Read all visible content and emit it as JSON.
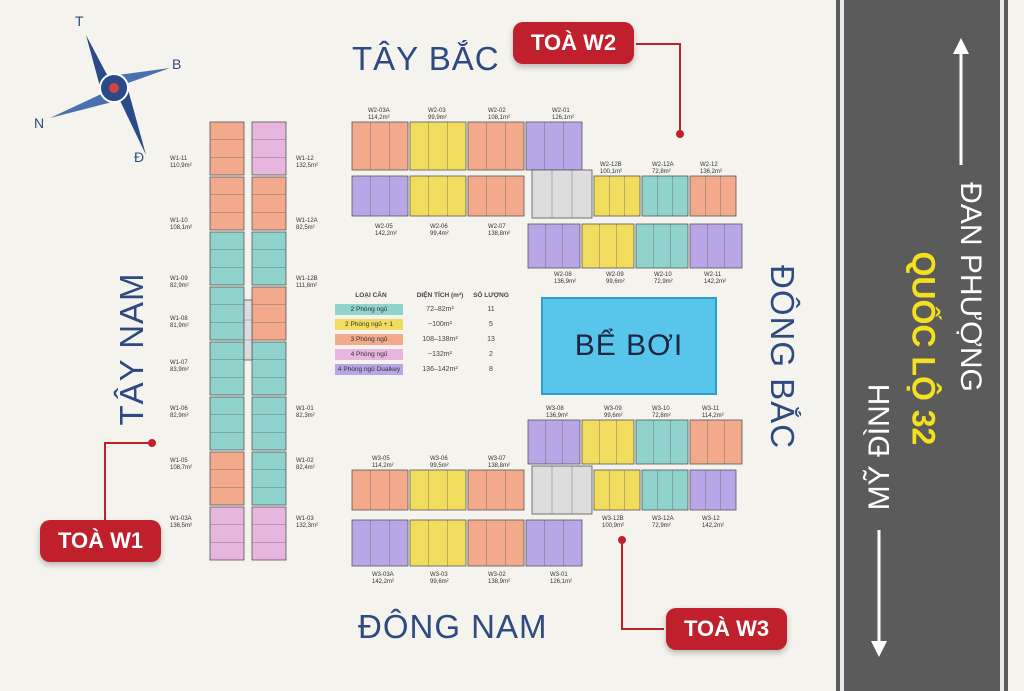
{
  "directions": {
    "north_west": "TÂY BẮC",
    "south_west": "TÂY NAM",
    "north_east": "ĐÔNG BẮC",
    "south_east": "ĐÔNG NAM"
  },
  "compass": {
    "t": "T",
    "b": "B",
    "n": "N",
    "d": "Đ"
  },
  "towers": {
    "w1": "TOÀ W1",
    "w2": "TOÀ W2",
    "w3": "TOÀ W3"
  },
  "pool_label": "BỂ BƠI",
  "road": {
    "left_label": "MỸ ĐÌNH",
    "center_label": "QUỐC LỘ 32",
    "right_label": "ĐAN PHƯỢNG"
  },
  "legend": {
    "headers": [
      "LOẠI CĂN",
      "DIỆN TÍCH (m²)",
      "SỐ LƯỢNG"
    ],
    "rows": [
      {
        "type": "2 Phòng ngủ",
        "area": "72–82m²",
        "count": "11",
        "color": "#8fd3cc"
      },
      {
        "type": "2 Phòng ngủ + 1",
        "area": "~100m²",
        "count": "5",
        "color": "#f2dc5e"
      },
      {
        "type": "3 Phòng ngủ",
        "area": "108–138m²",
        "count": "13",
        "color": "#f3a98c"
      },
      {
        "type": "4 Phòng ngủ",
        "area": "~132m²",
        "count": "2",
        "color": "#e7b5de"
      },
      {
        "type": "4 Phòng ngủ Dualkey",
        "area": "136–142m²",
        "count": "8",
        "color": "#b9a6e6"
      }
    ]
  },
  "colors": {
    "teal": "#8fd3cc",
    "yellow": "#f2dc5e",
    "salmon": "#f3a98c",
    "pink": "#e7b5de",
    "purple": "#b9a6e6",
    "red": "#c0202c",
    "navy": "#2e4a80"
  },
  "units": {
    "w1": [
      {
        "code": "W1-11",
        "area": "110,9m²"
      },
      {
        "code": "W1-12",
        "area": "132,5m²"
      },
      {
        "code": "W1-10",
        "area": "108,1m²"
      },
      {
        "code": "W1-12A",
        "area": "82,5m²"
      },
      {
        "code": "W1-09",
        "area": "82,9m²"
      },
      {
        "code": "W1-12B",
        "area": "111,8m²"
      },
      {
        "code": "W1-08",
        "area": "81,9m²"
      },
      {
        "code": "W1-07",
        "area": "83,9m²"
      },
      {
        "code": "W1-06",
        "area": "82,9m²"
      },
      {
        "code": "W1-01",
        "area": "82,3m²"
      },
      {
        "code": "W1-05",
        "area": "108,7m²"
      },
      {
        "code": "W1-02",
        "area": "82,4m²"
      },
      {
        "code": "W1-03A",
        "area": "136,5m²"
      },
      {
        "code": "W1-03",
        "area": "132,3m²"
      }
    ],
    "w2": [
      {
        "code": "W2-03A",
        "area": "114,2m²"
      },
      {
        "code": "W2-03",
        "area": "99,9m²"
      },
      {
        "code": "W2-02",
        "area": "108,1m²"
      },
      {
        "code": "W2-01",
        "area": "126,1m²"
      },
      {
        "code": "W2-12B",
        "area": "100,1m²"
      },
      {
        "code": "W2-12A",
        "area": "72,8m²"
      },
      {
        "code": "W2-12",
        "area": "136,2m²"
      },
      {
        "code": "W2-05",
        "area": "142,2m²"
      },
      {
        "code": "W2-06",
        "area": "99,4m²"
      },
      {
        "code": "W2-07",
        "area": "138,8m²"
      },
      {
        "code": "W2-08",
        "area": "136,9m²"
      },
      {
        "code": "W2-09",
        "area": "99,6m²"
      },
      {
        "code": "W2-10",
        "area": "72,9m²"
      },
      {
        "code": "W2-11",
        "area": "142,2m²"
      }
    ],
    "w3": [
      {
        "code": "W3-08",
        "area": "136,9m²"
      },
      {
        "code": "W3-09",
        "area": "99,6m²"
      },
      {
        "code": "W3-10",
        "area": "72,8m²"
      },
      {
        "code": "W3-11",
        "area": "114,2m²"
      },
      {
        "code": "W3-05",
        "area": "114,2m²"
      },
      {
        "code": "W3-06",
        "area": "99,5m²"
      },
      {
        "code": "W3-07",
        "area": "138,8m²"
      },
      {
        "code": "W3-12B",
        "area": "100,9m²"
      },
      {
        "code": "W3-12A",
        "area": "72,9m²"
      },
      {
        "code": "W3-12",
        "area": "142,2m²"
      },
      {
        "code": "W3-03A",
        "area": "142,2m²"
      },
      {
        "code": "W3-03",
        "area": "99,6m²"
      },
      {
        "code": "W3-02",
        "area": "138,9m²"
      },
      {
        "code": "W3-01",
        "area": "126,1m²"
      }
    ]
  }
}
